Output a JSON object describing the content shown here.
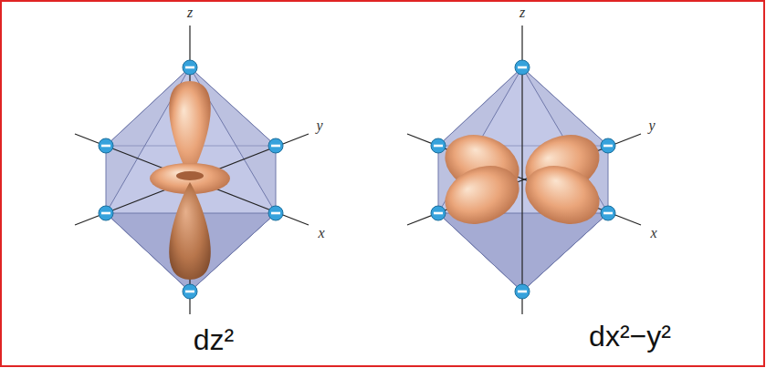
{
  "diagram": {
    "labels": [
      "z",
      "y",
      "x",
      "dz²",
      "z",
      "y",
      "x",
      "dx²−y²"
    ]
  }
}
